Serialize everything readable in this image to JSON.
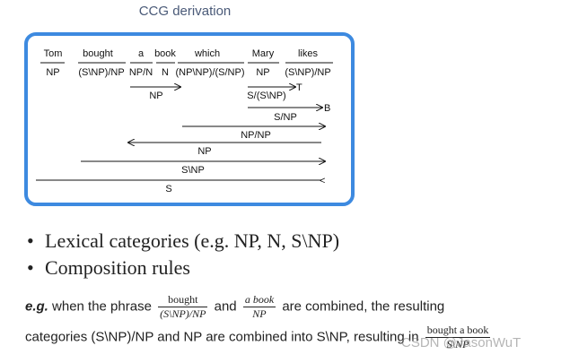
{
  "title": "CCG derivation",
  "derivation": {
    "words": [
      "Tom",
      "bought",
      "a",
      "book",
      "which",
      "Mary",
      "likes"
    ],
    "categories": [
      "NP",
      "(S\\NP)/NP",
      "NP/N",
      "N",
      "(NP\\NP)/(S/NP)",
      "NP",
      "(S\\NP)/NP"
    ],
    "steps": [
      {
        "result": "NP",
        "rule": ""
      },
      {
        "result": "S/(S\\NP)",
        "rule": "T"
      },
      {
        "result": "S/NP",
        "rule": "B"
      },
      {
        "result": "NP/NP",
        "rule": ""
      },
      {
        "result": "NP",
        "rule": ""
      },
      {
        "result": "S\\NP",
        "rule": ""
      },
      {
        "result": "S",
        "rule": ""
      }
    ]
  },
  "bullets": [
    "Lexical categories (e.g. NP, N, S\\NP)",
    "Composition rules"
  ],
  "example": {
    "lead": "e.g.",
    "text1": "when the phrase",
    "frac1_num": "bought",
    "frac1_den": "(S\\NP)/NP",
    "and": "and",
    "frac2_num": "a book",
    "frac2_den": "NP",
    "text2": "are combined, the resulting",
    "text3": "categories (S\\NP)/NP and NP are combined into S\\NP, resulting in",
    "frac3_num": "bought a book",
    "frac3_den": "S\\NP"
  },
  "watermark": "CSDN @JasonWuT"
}
